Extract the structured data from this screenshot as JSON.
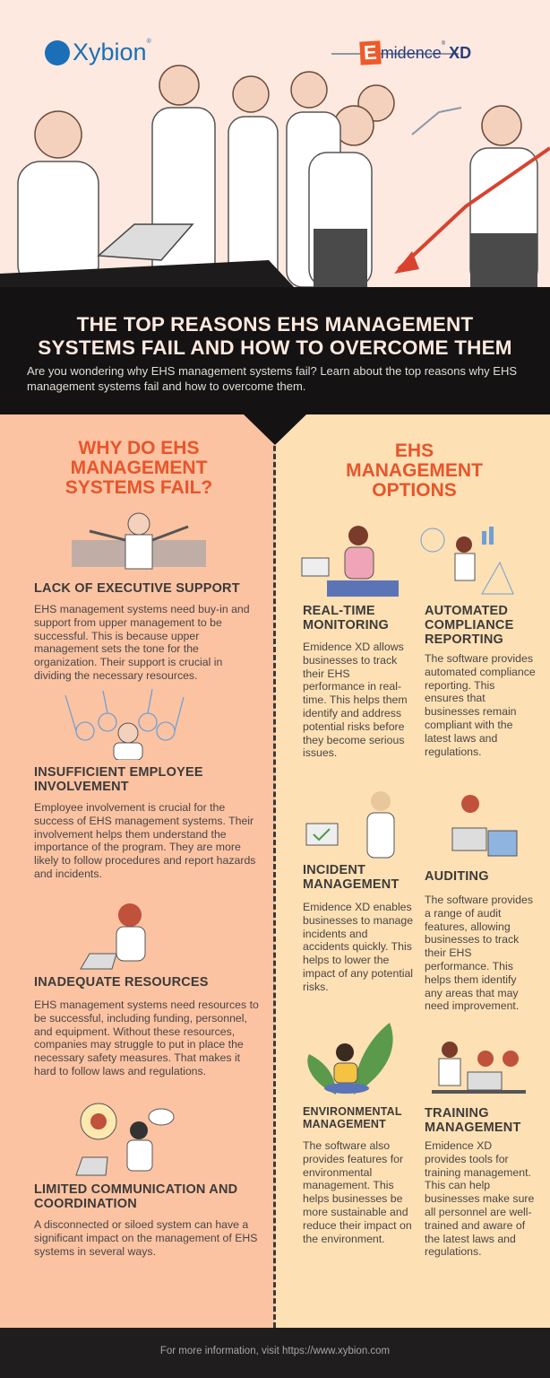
{
  "brand": {
    "xybion": "Xybion",
    "emidence_e": "E",
    "emidence_rest": "midence",
    "emidence_xd": "XD",
    "reg": "®"
  },
  "header": {
    "title_line1": "THE TOP REASONS EHS MANAGEMENT",
    "title_line2": "SYSTEMS FAIL AND HOW TO OVERCOME THEM",
    "intro": "Are you wondering why EHS management systems fail? Learn about the top reasons why EHS management systems fail and how to overcome them."
  },
  "left": {
    "heading": [
      "WHY DO EHS",
      "MANAGEMENT",
      "SYSTEMS FAIL?"
    ],
    "items": [
      {
        "title": "LACK OF EXECUTIVE SUPPORT",
        "text": "EHS management systems need buy-in and support from upper management to be successful. This is because upper management sets the tone for the organization. Their support is crucial in dividing the necessary resources."
      },
      {
        "title": "INSUFFICIENT EMPLOYEE INVOLVEMENT",
        "text": "Employee involvement is crucial for the success of EHS management systems. Their involvement helps them understand the importance of the program. They are more likely to follow procedures and report hazards and incidents."
      },
      {
        "title": "INADEQUATE RESOURCES",
        "text": "EHS management systems need resources to be successful, including funding, personnel, and equipment. Without these resources, companies may struggle to put in place the necessary safety measures. That makes it hard to follow laws and regulations."
      },
      {
        "title": "LIMITED COMMUNICATION AND COORDINATION",
        "text": "A disconnected or siloed system can have a significant impact on the management of EHS systems in several ways."
      }
    ]
  },
  "right": {
    "heading": [
      "EHS",
      "MANAGEMENT",
      "OPTIONS"
    ],
    "items": [
      {
        "title": "REAL-TIME MONITORING",
        "text": "Emidence XD allows businesses to track their EHS performance in real-time. This helps them identify and address potential risks before they become serious issues."
      },
      {
        "title": "AUTOMATED COMPLIANCE REPORTING",
        "text": "The software provides automated compliance reporting. This ensures that businesses remain compliant with the latest laws and regulations."
      },
      {
        "title": "INCIDENT MANAGEMENT",
        "text": "Emidence XD enables businesses to manage incidents and accidents quickly. This helps to lower the impact of any potential risks."
      },
      {
        "title": "AUDITING",
        "text": "The software provides a range of audit features, allowing businesses to track their EHS performance. This helps them identify any areas that may need improvement."
      },
      {
        "title": "ENVIRONMENTAL MANAGEMENT",
        "text": "The software also provides features for environmental management. This helps businesses be more sustainable and reduce their impact on the environment."
      },
      {
        "title": "TRAINING MANAGEMENT",
        "text": "Emidence XD provides tools for training management. This can help businesses make sure all personnel are well-trained and aware of the latest laws and regulations."
      }
    ]
  },
  "footer": {
    "text": "For more information, visit https://www.xybion.com"
  },
  "colors": {
    "accent": "#e8552b",
    "dark": "#141212",
    "left_bg": "#fbc3a2",
    "right_bg": "#fde0b4",
    "xybion_blue": "#1a6fb8",
    "emidence_navy": "#2a3d7c"
  }
}
